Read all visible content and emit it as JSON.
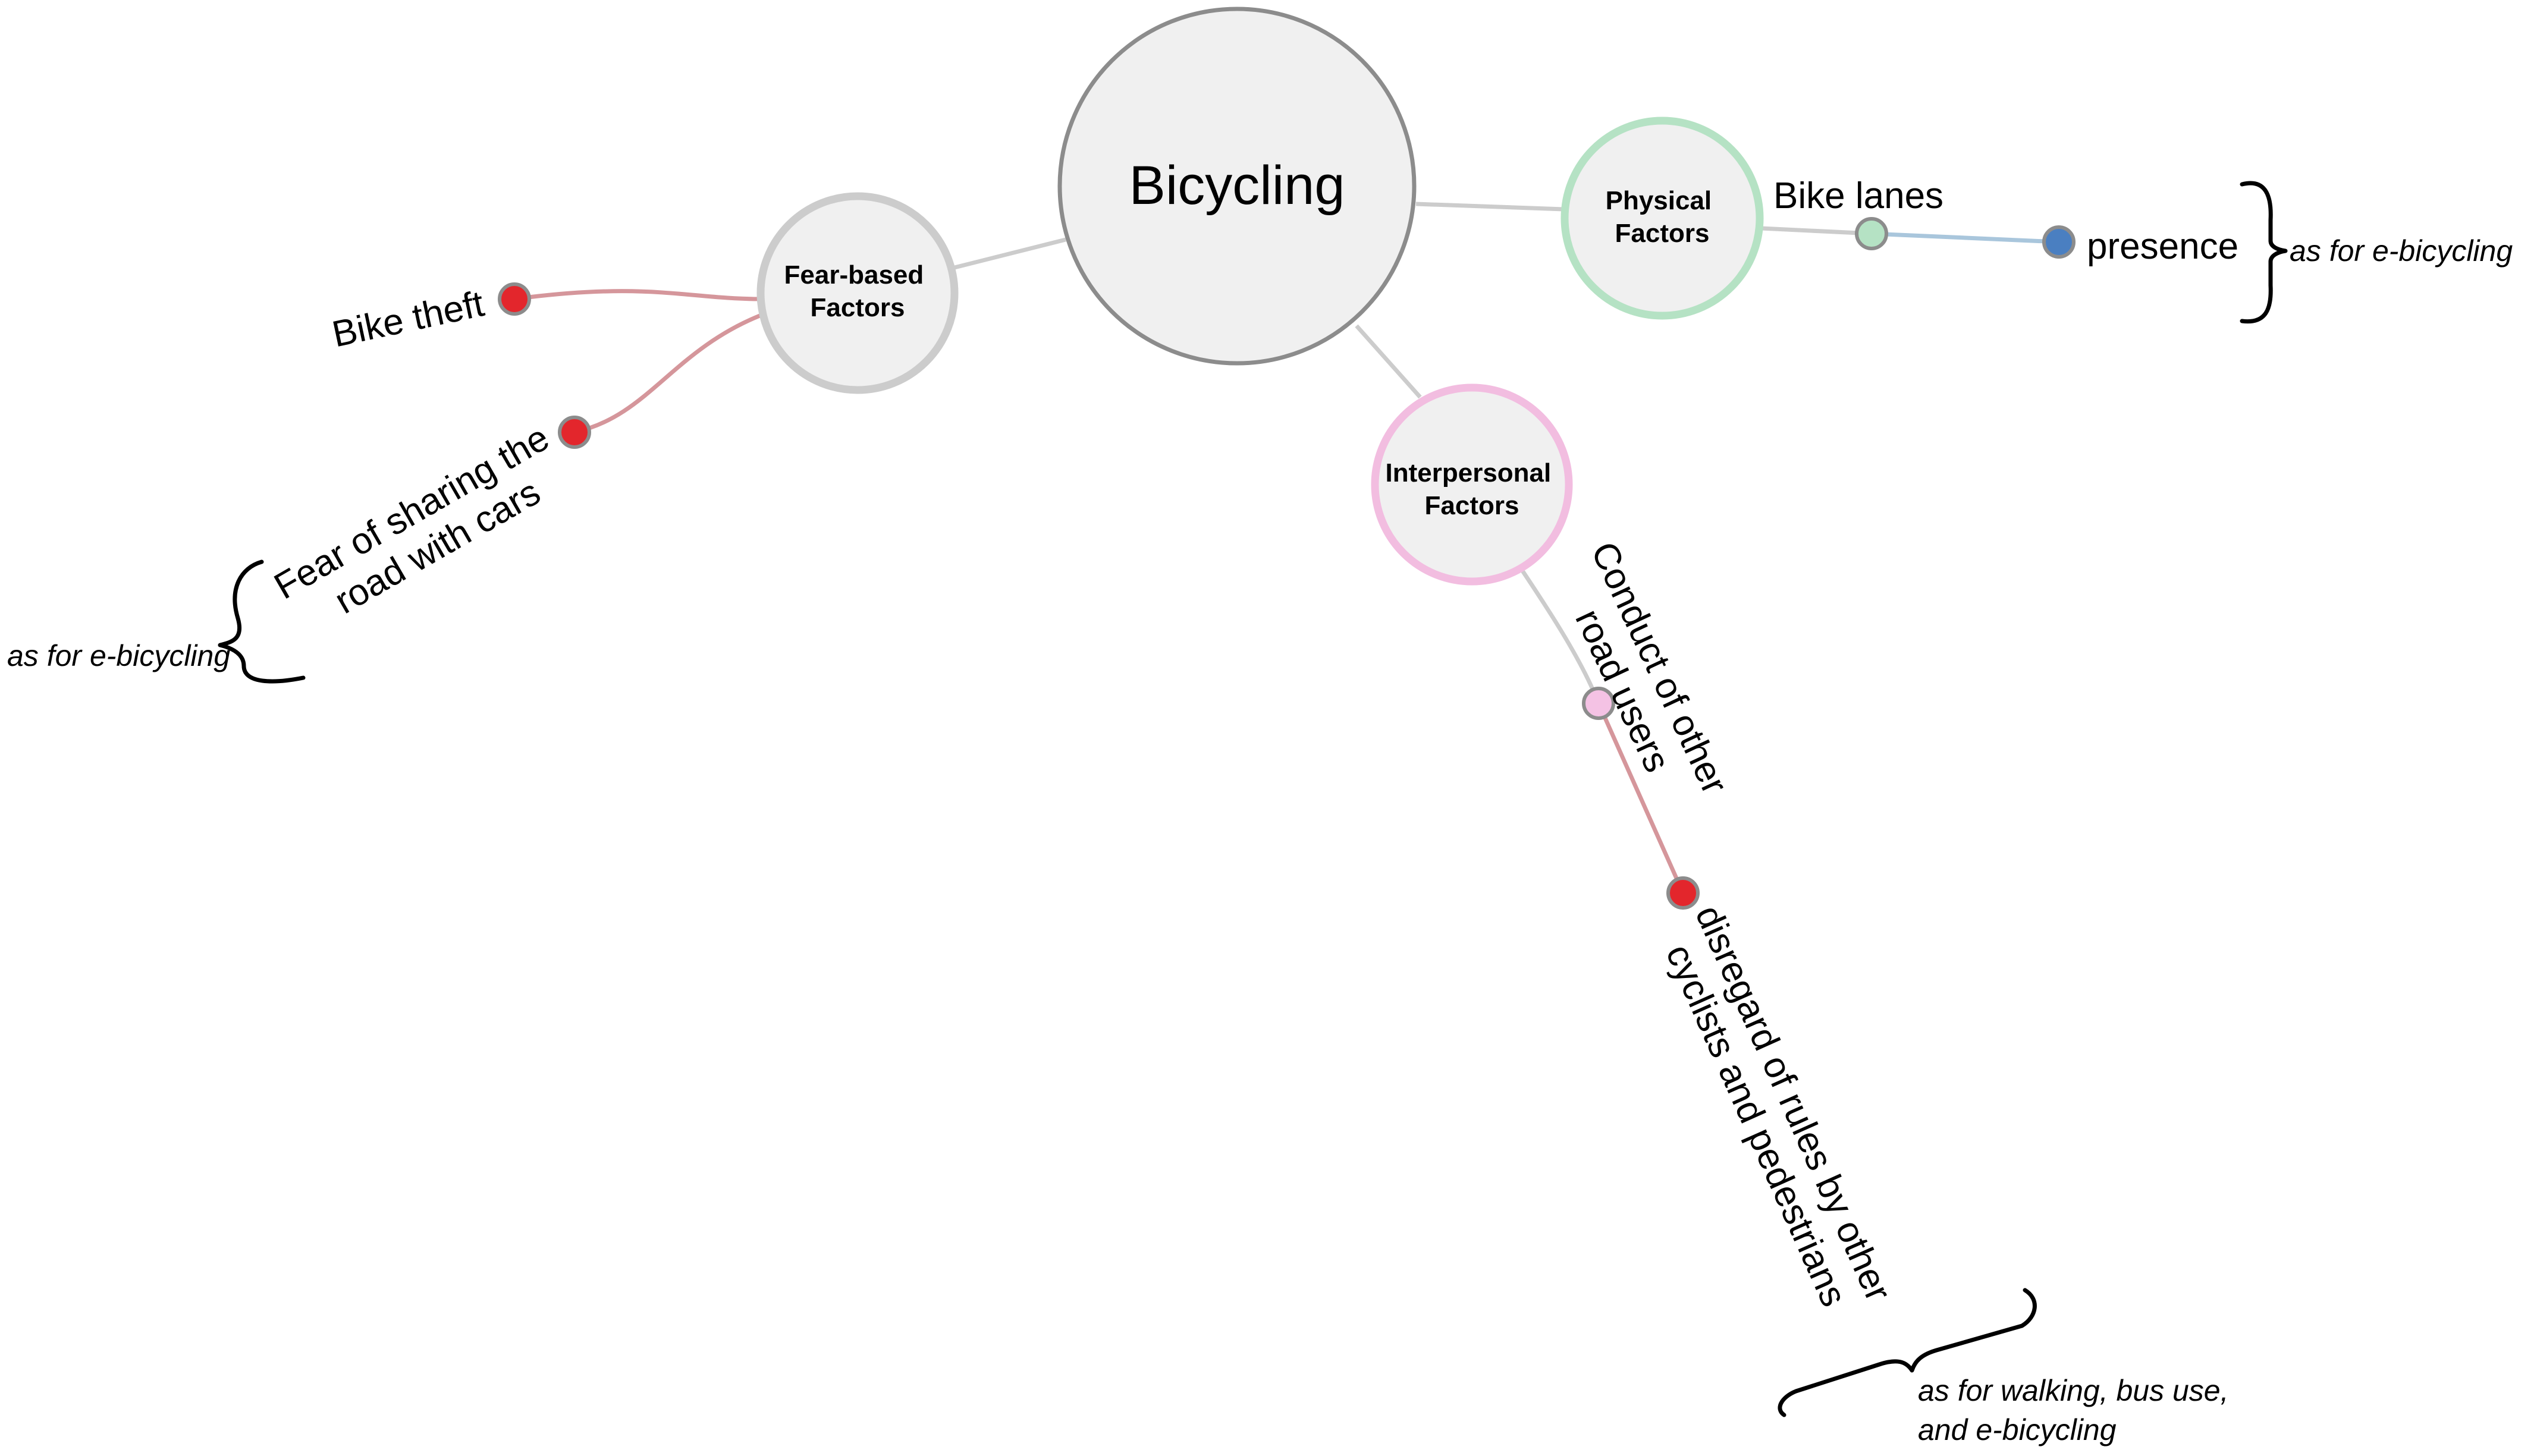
{
  "hub": {
    "label": "Bicycling",
    "fill": "#f0f0f0",
    "stroke": "#8c8c8c"
  },
  "categories": [
    {
      "id": "fear",
      "line1": "Fear-based",
      "line2": "Factors",
      "stroke": "#cccccc"
    },
    {
      "id": "physical",
      "line1": "Physical",
      "line2": "Factors",
      "stroke": "#b5e2c4"
    },
    {
      "id": "interpersonal",
      "line1": "Interpersonal",
      "line2": "Factors",
      "stroke": "#f2bde0"
    }
  ],
  "leaves": {
    "bike_theft": {
      "label": "Bike theft",
      "color": "#e3262c"
    },
    "fear_sharing": {
      "line1": "Fear of sharing the",
      "line2": "road with cars",
      "color": "#e3262c"
    },
    "bike_lanes": {
      "label": "Bike lanes",
      "color": "#b5e2c4"
    },
    "presence": {
      "label": "presence",
      "color": "#4a7fc1"
    },
    "conduct": {
      "line1": "Conduct of other",
      "line2": "road users",
      "color": "#f4c2e4"
    },
    "disregard": {
      "line1": "disregard of rules by other",
      "line2": "cyclists and pedestrians",
      "color": "#e3262c"
    }
  },
  "annotations": {
    "fear_sharing_note": "as for e-bicycling",
    "presence_note": "as for e-bicycling",
    "disregard_note_line1": "as for walking, bus use,",
    "disregard_note_line2": "and e-bicycling"
  },
  "colors": {
    "hub_connector": "#cccccc",
    "fear_links": "#d5969b",
    "presence_link": "#a9c6dc",
    "disregard_link": "#d5969b",
    "node_outline": "#8c8c8c",
    "category_fill": "#f0f0f0"
  }
}
